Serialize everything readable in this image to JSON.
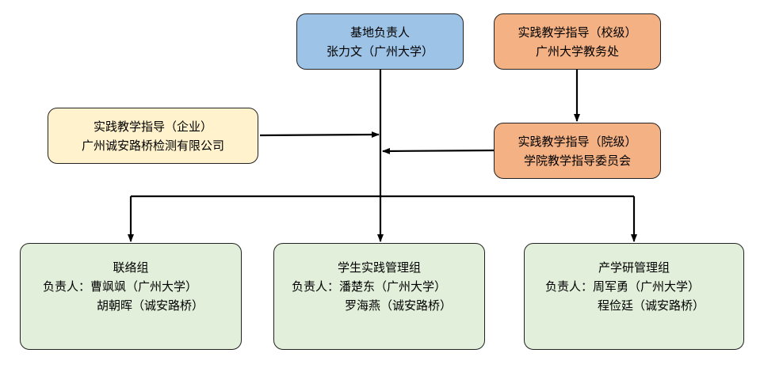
{
  "colors": {
    "blue_fill": "#9dc3e6",
    "orange_fill": "#f4b183",
    "cream_fill": "#fff2cc",
    "green_fill": "#e2efda",
    "line": "#000000"
  },
  "base_head": {
    "title": "基地负责人",
    "person": "张力文（广州大学）"
  },
  "school_guidance": {
    "title": "实践教学指导（校级）",
    "unit": "广州大学教务处"
  },
  "enterprise_guidance": {
    "title": "实践教学指导（企业）",
    "unit": "广州诚安路桥检测有限公司"
  },
  "college_guidance": {
    "title": "实践教学指导（院级）",
    "unit": "学院教学指导委员会"
  },
  "groups": [
    {
      "name": "联络组",
      "lead": "负责人：曹飒飒（广州大学）",
      "member": "胡朝晖（诚安路桥）"
    },
    {
      "name": "学生实践管理组",
      "lead": "负责人：潘楚东（广州大学）",
      "member": "罗海燕（诚安路桥）"
    },
    {
      "name": "产学研管理组",
      "lead": "负责人：周军勇（广州大学）",
      "member": "程俭廷（诚安路桥）"
    }
  ]
}
